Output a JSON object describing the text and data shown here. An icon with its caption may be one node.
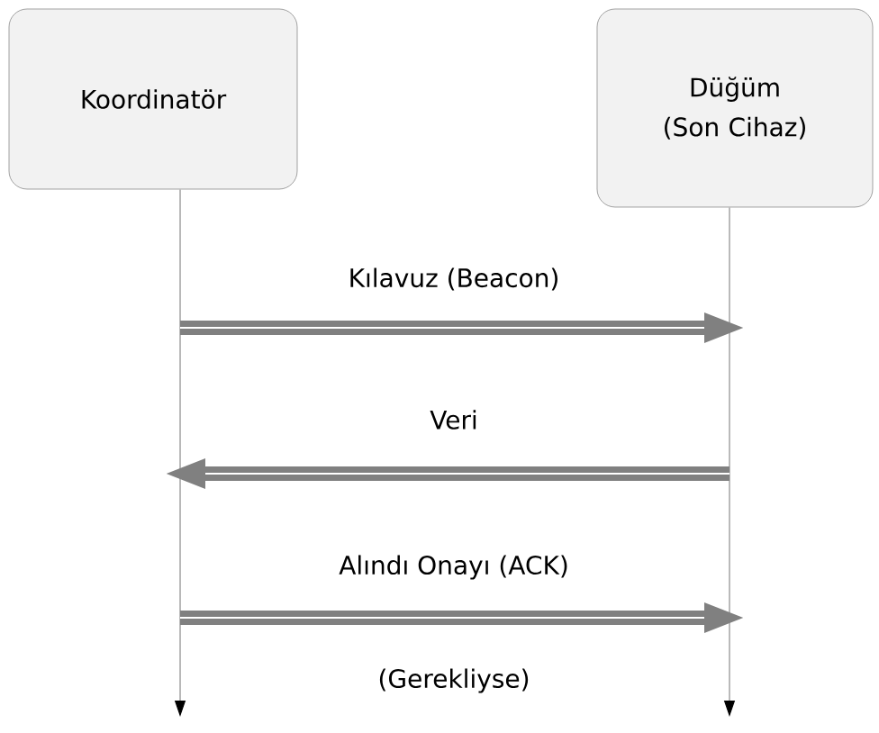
{
  "diagram": {
    "nodes": [
      {
        "text": [
          "Koordinatör"
        ]
      },
      {
        "text": [
          "Düğüm (Son Cihaz)"
        ]
      }
    ],
    "edges": [
      {
        "from": 0,
        "to": 1,
        "arrow": "to",
        "label": "Kılavuz (Beacon)"
      },
      {
        "from": 1,
        "to": 0,
        "arrow": "to",
        "label": "Veri"
      },
      {
        "from": 0,
        "to": 1,
        "arrow": "to",
        "label": "Alındı Onayı (ACK)"
      }
    ],
    "labels": [
      "(Gerekliyse)"
    ]
  }
}
